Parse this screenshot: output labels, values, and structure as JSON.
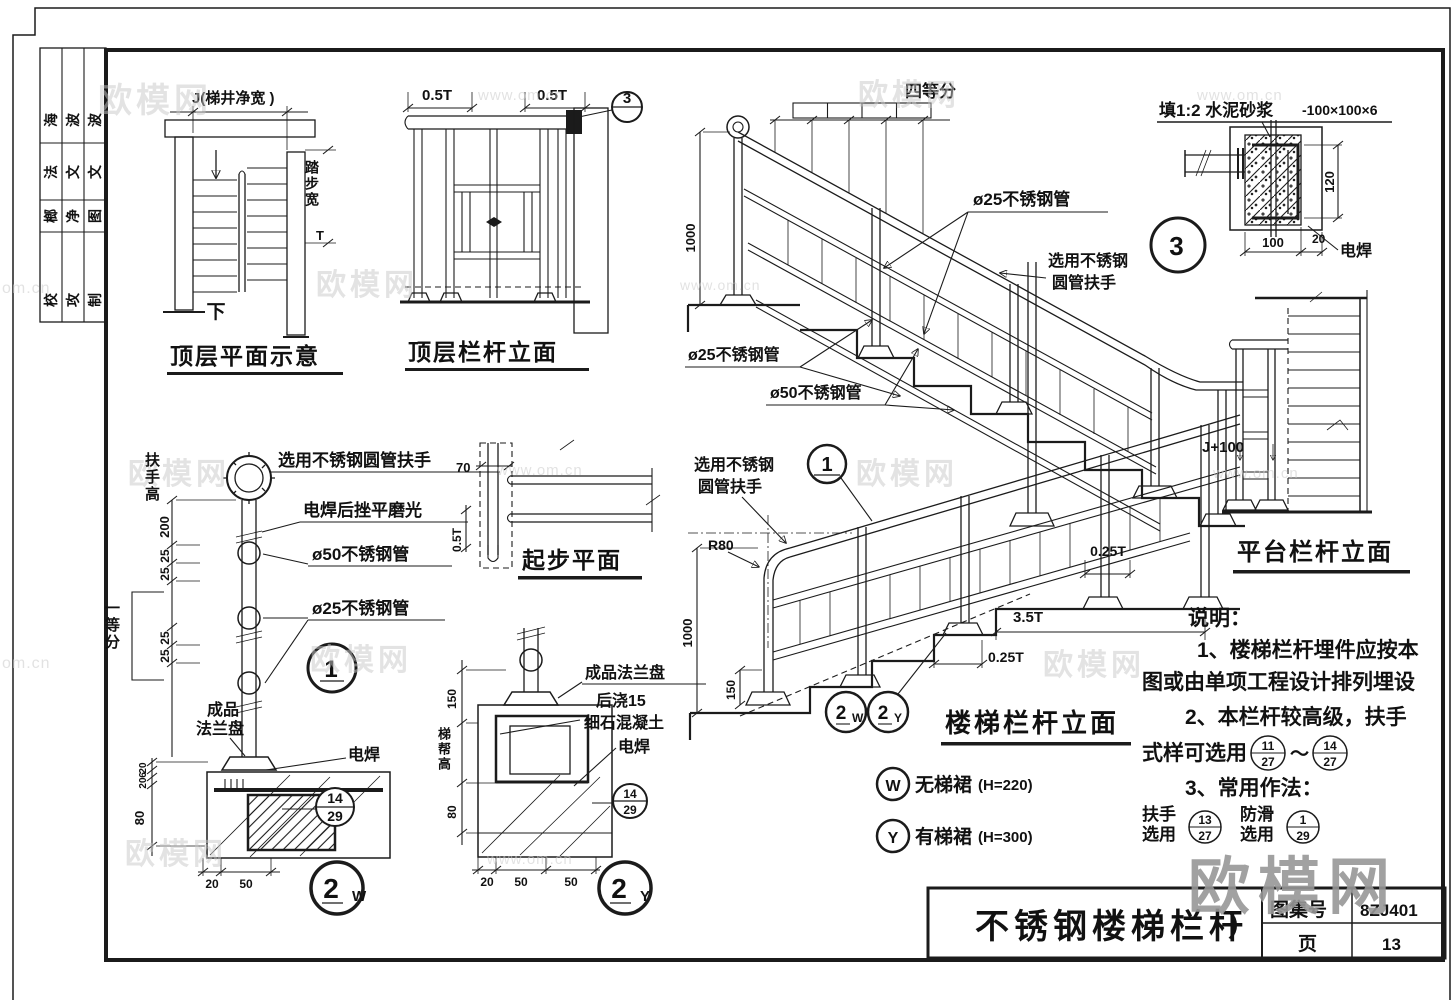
{
  "watermarks": {
    "brand": "欧模网",
    "site": "www.om.cn",
    "site_short": "om.cn"
  },
  "sidebar": {
    "cells": [
      "海",
      "波",
      "波",
      "法",
      "文",
      "文",
      "榔",
      "净",
      "图",
      "校",
      "攻",
      "制"
    ]
  },
  "top_plan": {
    "title": "顶层平面示意",
    "well_width": "J(梯井净宽 )",
    "down": "下",
    "tread_label": "踏步宽",
    "tread_dim": "T"
  },
  "top_rail": {
    "title": "顶层栏杆立面",
    "dim1": "0.5T",
    "dim2": "0.5T",
    "ref": "3"
  },
  "post": {
    "handrail": "选用不锈钢圆管扶手",
    "weld_polish": "电焊后挫平磨光",
    "pipe50": "ø50不锈钢管",
    "pipe25": "ø25不锈钢管",
    "flange1": "成品",
    "flange2": "法兰盘",
    "weld": "电焊",
    "ref_num": "1",
    "grip": "扶手高",
    "div": "一等分",
    "d200": "200",
    "d25a": "25",
    "d25b": "25",
    "d25c": "25",
    "d25d": "25"
  },
  "footw": {
    "ref_top": "14",
    "ref_bot": "29",
    "v20a": "20",
    "v6": "6",
    "v20b": "20",
    "v80": "80",
    "h20": "20",
    "h50": "50",
    "num": "2",
    "sub": "W"
  },
  "footy": {
    "flange": "成品法兰盘",
    "grout1": "后浇15",
    "grout2": "细石混凝土",
    "weld": "电焊",
    "ref_top": "14",
    "ref_bot": "29",
    "d150": "150",
    "skirt": "梯帮高",
    "d80": "80",
    "h20": "20",
    "h50a": "50",
    "h50b": "50",
    "num": "2",
    "sub": "Y"
  },
  "start_plan": {
    "title": "起步平面",
    "d70": "70",
    "d05t": "0.5T"
  },
  "stair": {
    "title": "楼梯栏杆立面",
    "four": "四等分",
    "d1000a": "1000",
    "d1000b": "1000",
    "pipe25a": "ø25不锈钢管",
    "pipe25b": "ø25不锈钢管",
    "pipe50": "ø50不锈钢管",
    "sel1": "选用不锈钢",
    "sel2": "圆管扶手",
    "selb1": "选用不锈钢",
    "selb2": "圆管扶手",
    "r80": "R80",
    "d150": "150",
    "d025a": "0.25T",
    "d35": "3.5T",
    "d025b": "0.25T",
    "ref1": "1",
    "wnum": "2",
    "wsub": "W",
    "ynum": "2",
    "ysub": "Y",
    "legw_sym": "W",
    "legw_txt": "无梯裙",
    "legw_h": "(H=220)",
    "legy_sym": "Y",
    "legy_txt": "有梯裙",
    "legy_h": "(H=300)"
  },
  "wall": {
    "fill": "填1:2 水泥砂浆",
    "plate": "-100×100×6",
    "d120": "120",
    "d100": "100",
    "d20": "20",
    "weld": "电焊",
    "ref": "3"
  },
  "platform": {
    "title": "平台栏杆立面",
    "j100": "J+100"
  },
  "notes": {
    "head": "说明：",
    "l1": "1、楼梯栏杆埋件应按本",
    "l2": "图或由单项工程设计排列埋设",
    "l3": "2、本栏杆较高级，扶手",
    "l4": "式样可选用",
    "tilde": "～",
    "f11t": "11",
    "f11b": "27",
    "f14t": "14",
    "f14b": "27",
    "l5": "3、常用作法：",
    "h1": "扶手",
    "h2": "选用",
    "f13t": "13",
    "f13b": "27",
    "s1": "防滑",
    "s2": "选用",
    "f1t": "1",
    "f1b": "29"
  },
  "tb": {
    "title": "不锈钢楼梯栏杆",
    "paren": "）",
    "atlas_label": "图集号",
    "atlas": "8ZJ401",
    "page_label": "页",
    "page": "13"
  }
}
